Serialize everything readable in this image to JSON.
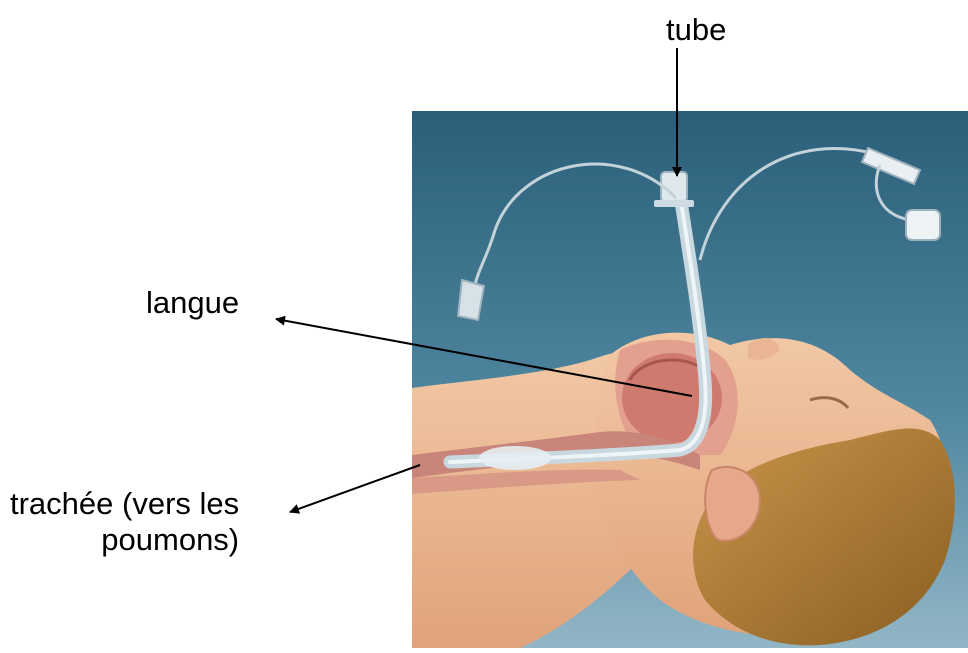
{
  "labels": {
    "tube": "tube",
    "langue": "langue",
    "trachee_line1": "trachée (vers les",
    "trachee_line2": "poumons)"
  },
  "colors": {
    "background_top": "#2b5f79",
    "background_bottom": "#8fb2c3",
    "skin": "#e9b690",
    "hair": "#a9792f",
    "tongue": "#cf7a6f",
    "tube": "#c9d7df",
    "arrow": "#000000"
  }
}
